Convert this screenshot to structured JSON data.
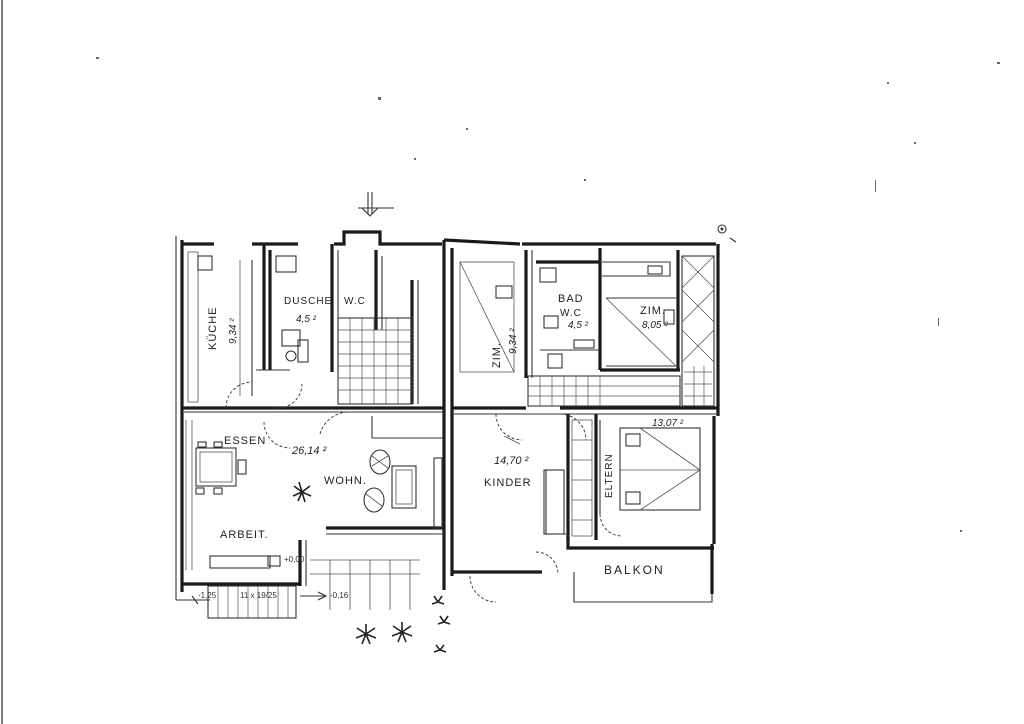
{
  "rooms": {
    "kueche": {
      "name": "KÜCHE",
      "area": "9,34 ²"
    },
    "dusche": {
      "name": "DUSCHE",
      "area": "4,5 ²"
    },
    "wc": {
      "name": "W.C"
    },
    "zim1": {
      "name": "ZIM.",
      "area": "9,34 ²"
    },
    "bad": {
      "name": "BAD",
      "name2": "W.C",
      "area": "4,5 ²"
    },
    "zim2": {
      "name": "ZIM.",
      "area": "8,05 ²"
    },
    "essen": {
      "name": "ESSEN"
    },
    "wohn": {
      "name": "WOHN.",
      "area": "26,14 ²"
    },
    "arbeit": {
      "name": "ARBEIT."
    },
    "kinder": {
      "name": "KINDER",
      "area": "14,70 ²"
    },
    "eltern": {
      "name": "ELTERN",
      "area": "13,07 ²"
    },
    "balkon": {
      "name": "BALKON"
    }
  },
  "dimensions": {
    "d1": "+0,00",
    "d2": "-1,25",
    "d3": "11 x 19/25",
    "d4": "-0,16"
  }
}
